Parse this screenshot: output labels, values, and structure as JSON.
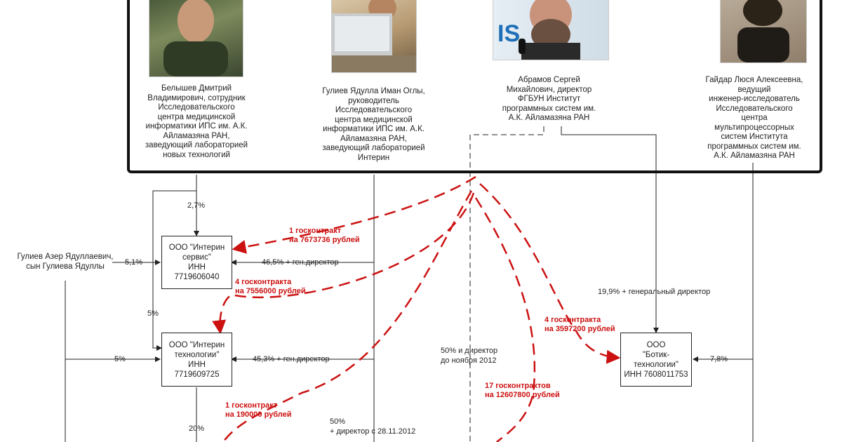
{
  "people": [
    {
      "id": "belyshev",
      "caption": "Белышев Дмитрий\nВладимирович, сотрудник\nИсследовательского\nцентра медицинской\nинформатики ИПС им. А.К.\nАйламазяна РАН,\nзаведующий лабораторией\nновых технологий"
    },
    {
      "id": "guliev",
      "caption": "Гулиев Ядулла Иман Оглы,\nруководитель\nИсследовательского\nцентра медицинской\nинформатики ИПС им. А.К.\nАйламазяна РАН,\nзаведующий лабораторией\nИнтерин"
    },
    {
      "id": "abramov",
      "caption": "Абрамов Сергей\nМихайлович, директор\nФГБУН Институт\nпрограммных систем им.\nА.К. Айламазяна РАН"
    },
    {
      "id": "gaydar",
      "caption": "Гайдар Люся Алексеевна,\nведущий\nинженер-исследователь\nИсследовательского\nцентра\nмультипроцессорных\nсистем Института\nпрограммных систем им.\nА.К. Айламазяна РАН"
    }
  ],
  "son": "Гулиев Азер Ядуллаевич,\nсын Гулиева Ядуллы",
  "companies": [
    {
      "id": "interin-service",
      "text": "ООО \"Интерин\nсервис\"\nИНН 7719606040"
    },
    {
      "id": "interin-tech",
      "text": "ООО \"Интерин\nтехнологии\"\nИНН 7719609725"
    },
    {
      "id": "botik",
      "text": "ООО\n\"Ботик-технологии\"\nИНН 7608011753"
    }
  ],
  "labels": {
    "belyshev_share": "2,7%",
    "son_share_service": "5,1%",
    "guliev_service": "46,5% + ген.директор",
    "service_to_tech": "5%",
    "son_share_tech": "5%",
    "guliev_tech": "45,3% + ген.директор",
    "abramov_botik": "19,9% + генеральный директор",
    "gaydar_botik": "7,8%",
    "dashed_share": "50% и директор\nдо ноября 2012",
    "tech_down": "20%",
    "bottom_share": "50%\n+ директор с 28.11.2012"
  },
  "contracts": [
    {
      "id": "c1",
      "text": "1 госконтракт\nна 7673736 рублей"
    },
    {
      "id": "c2",
      "text": "4 госконтракта\nна 7556000 рублей"
    },
    {
      "id": "c3",
      "text": "4 госконтракта\nна 3597200 рублей"
    },
    {
      "id": "c4",
      "text": "17 госконтрактов\nна 12607800 рублей"
    },
    {
      "id": "c5",
      "text": "1 госконтракт\nна 190000 рублей"
    }
  ],
  "colors": {
    "contract": "#cc1111",
    "line": "#222222",
    "frame": "#111111"
  }
}
